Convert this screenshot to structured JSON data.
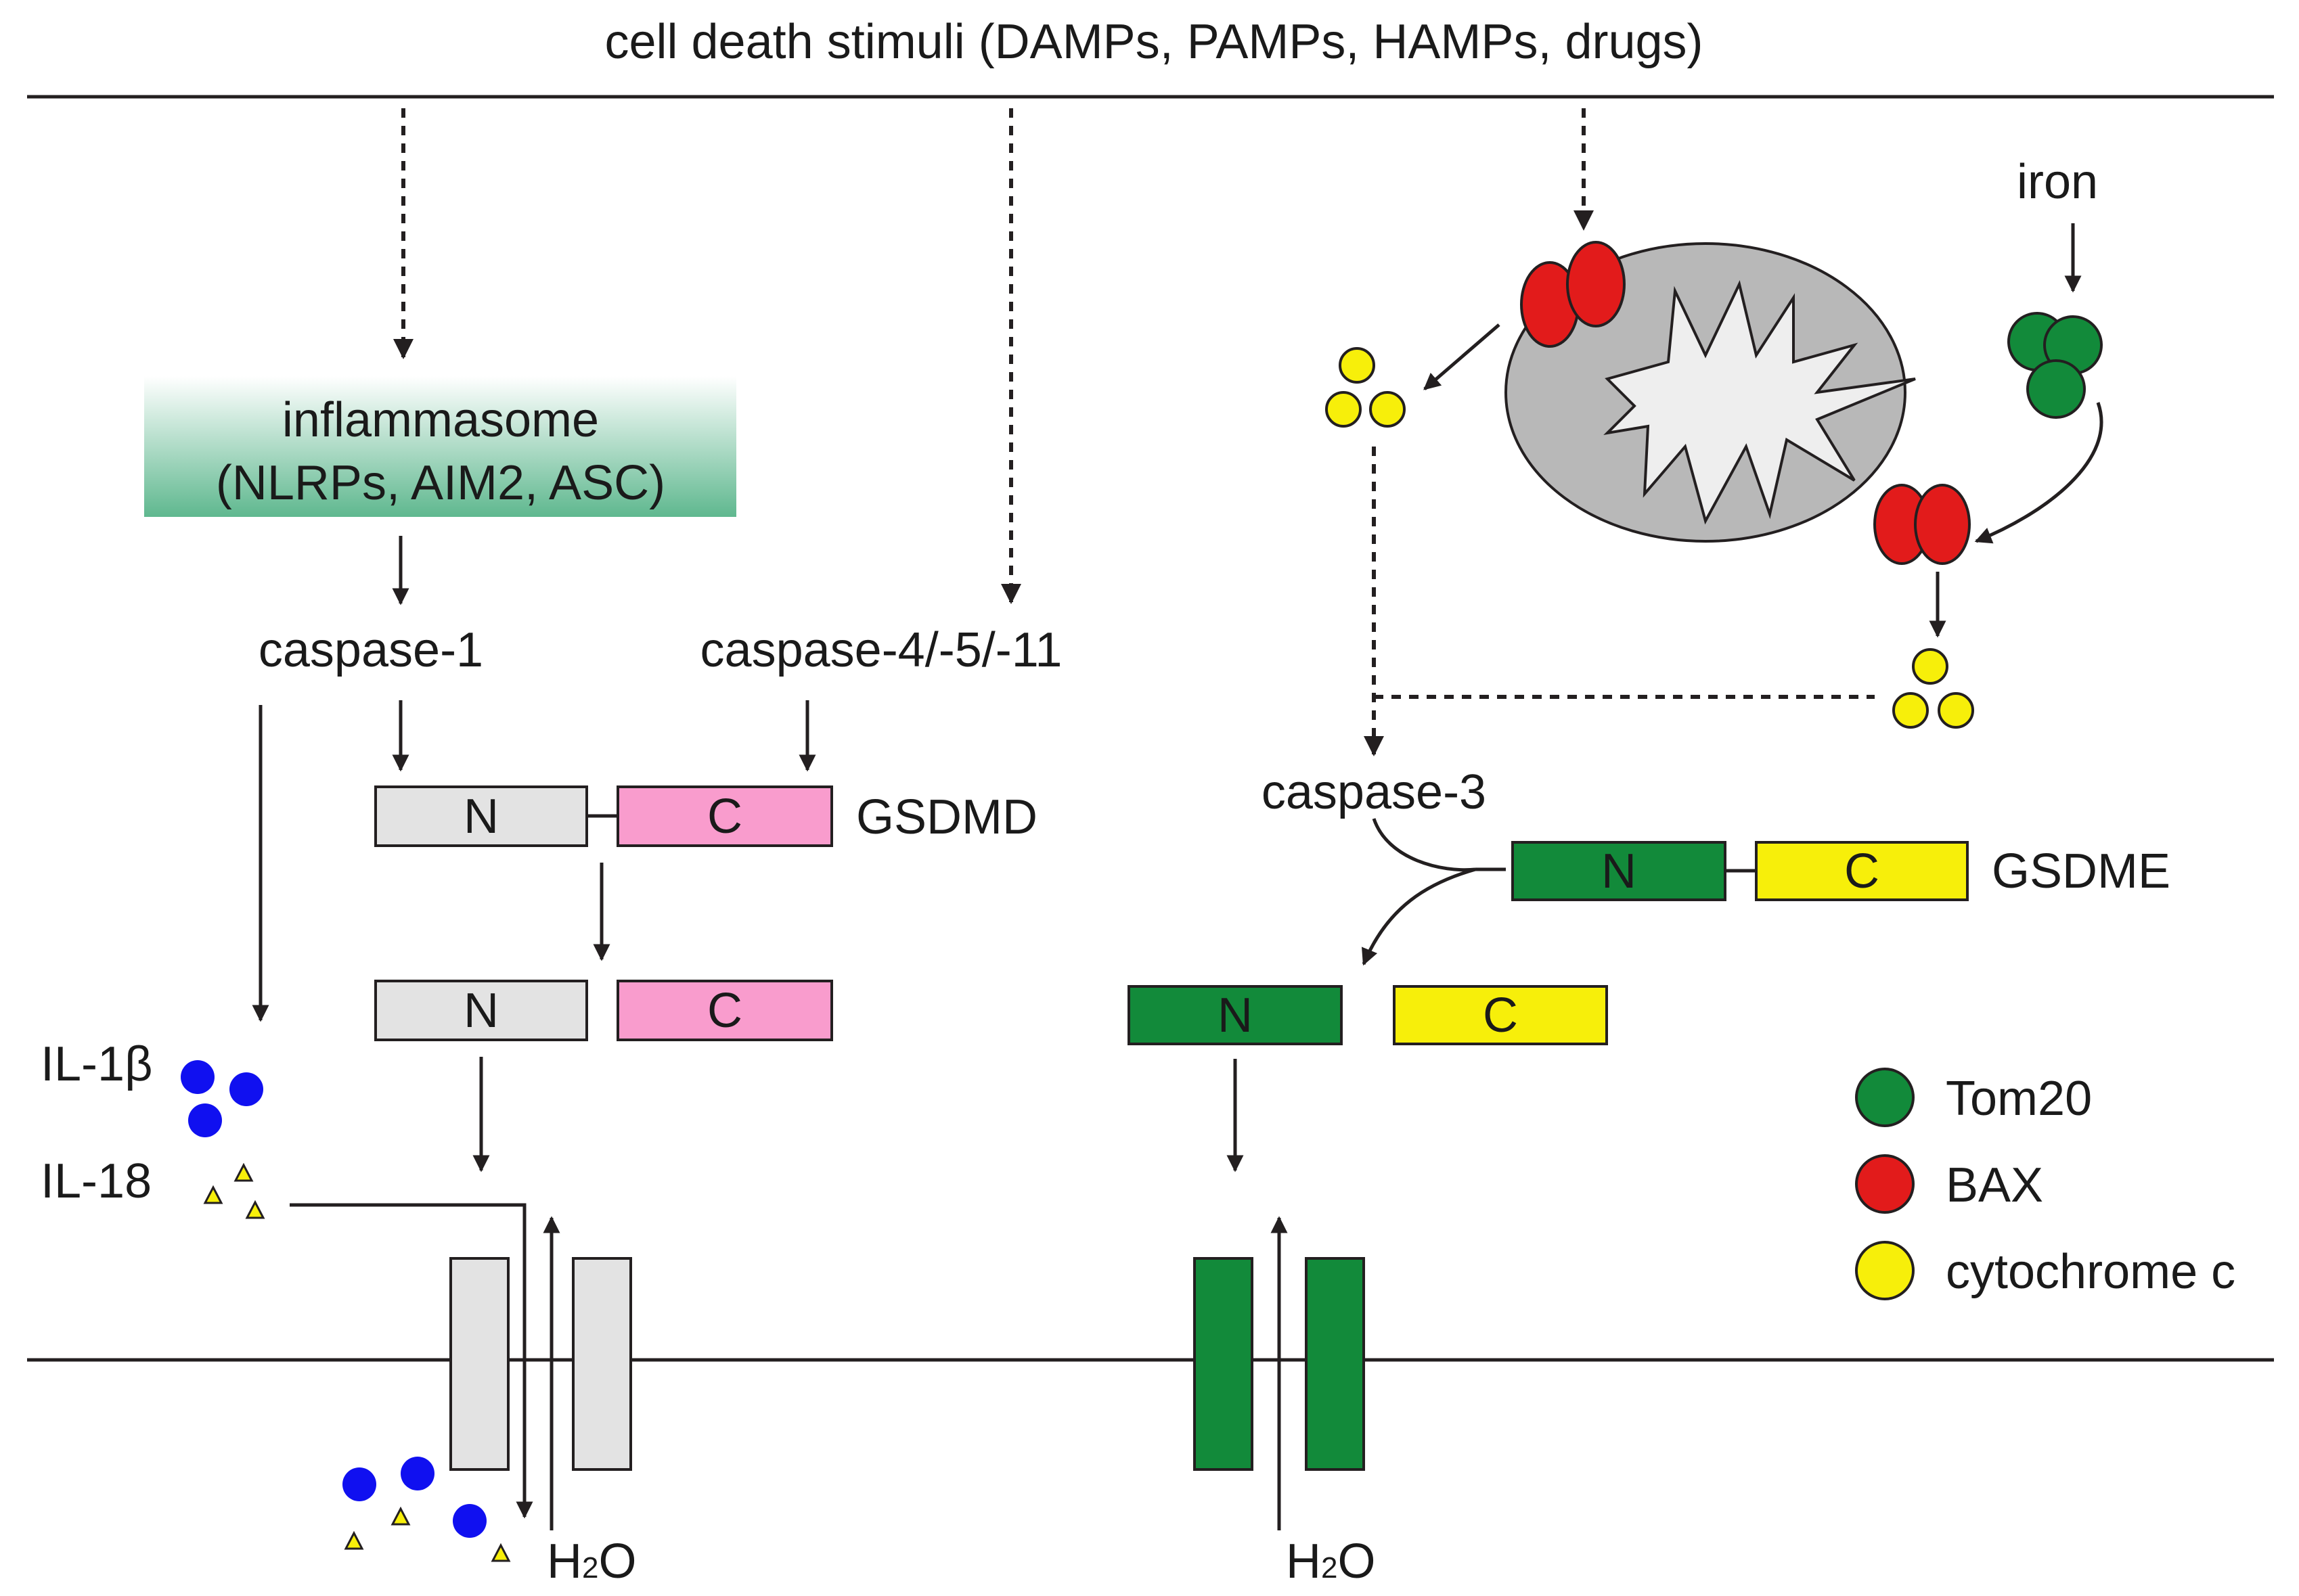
{
  "header": {
    "stimuli": "cell death stimuli (DAMPs, PAMPs, HAMPs, drugs)"
  },
  "inflammasome": {
    "line1": "inflammasome",
    "line2": "(NLRPs, AIM2, ASC)"
  },
  "labels": {
    "caspase1": "caspase-1",
    "caspase4511": "caspase-4/-5/-11",
    "caspase3": "caspase-3",
    "iron": "iron",
    "il1b": "IL-1β",
    "il18": "IL-18",
    "gsdmd": "GSDMD",
    "gsdme": "GSDME",
    "water_h": "H",
    "water_sub": "2",
    "water_o": "O"
  },
  "domains": {
    "n": "N",
    "c": "C"
  },
  "legend": [
    {
      "label": "Tom20",
      "color": "#128a3a"
    },
    {
      "label": "BAX",
      "color": "#e21b1b"
    },
    {
      "label": "cytochrome c",
      "color": "#f7ef0a"
    }
  ],
  "colors": {
    "gsdmd_n": "#e3e3e3",
    "gsdmd_c": "#f99ccd",
    "gsdme_n": "#128a3a",
    "gsdme_c": "#f7ef0a",
    "il1b": "#1010f0",
    "il18": "#f7ef0a",
    "mito_outer": "#b8b8b8",
    "mito_inner": "#eeeeee",
    "inflammasome_top": "#ffffff",
    "inflammasome_bottom": "#5fb88f"
  }
}
